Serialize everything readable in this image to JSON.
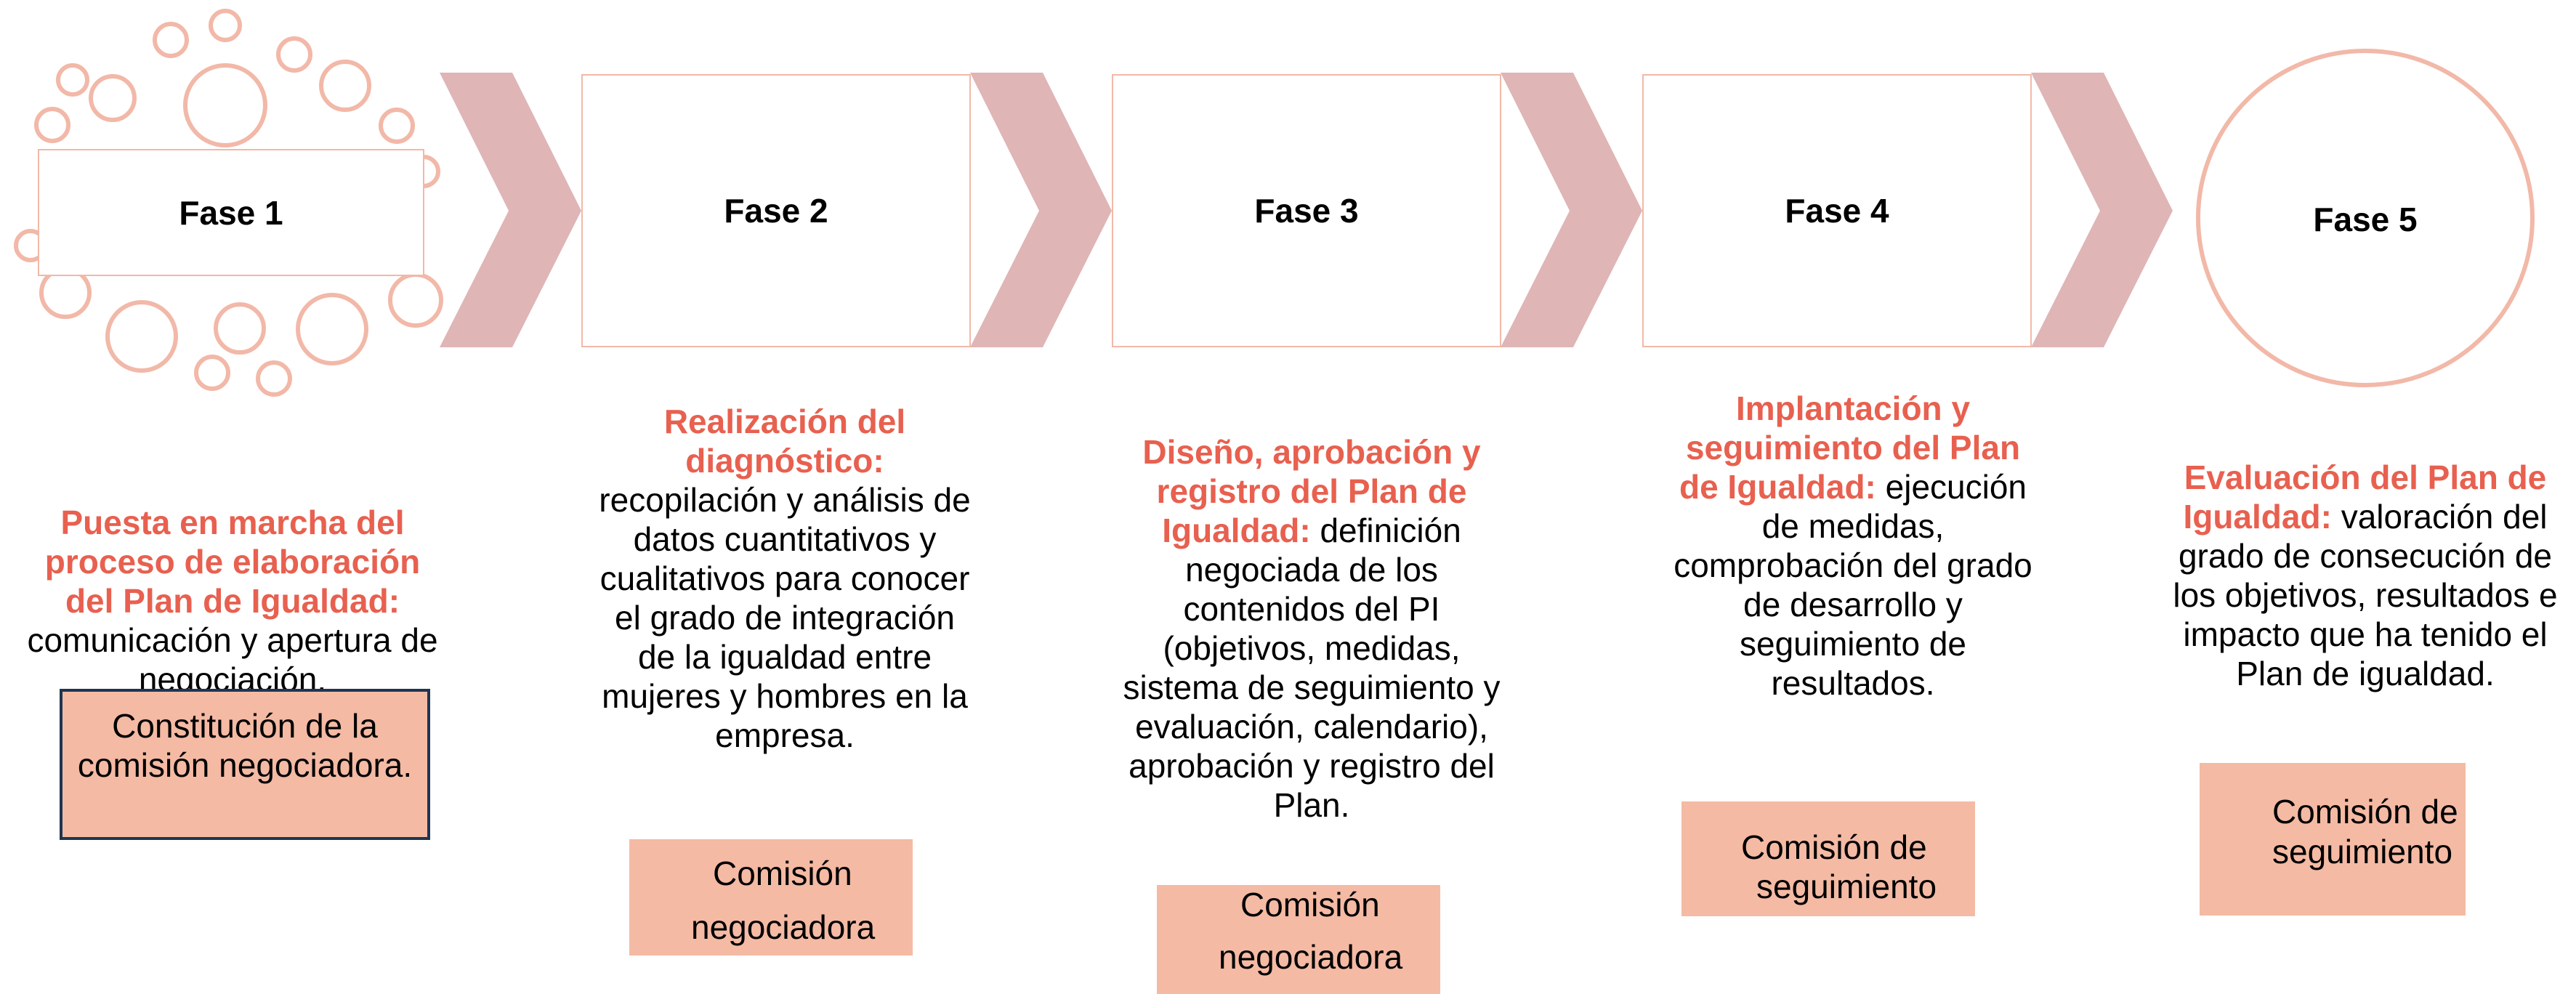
{
  "phases": [
    {
      "label": "Fase 1",
      "desc_highlight": "Puesta en marcha del proceso de elaboración del Plan de Igualdad:",
      "desc_text": "comunicación y apertura de negociación.",
      "committee": "Constitución de la comisión negociadora."
    },
    {
      "label": "Fase 2",
      "desc_highlight": "Realización del diagnóstico:",
      "desc_text": "recopilación y análisis de datos cuantitativos y cualitativos para conocer el grado de integración de la igualdad entre mujeres y hombres en la empresa.",
      "committee_line1": "Comisión",
      "committee_line2": "negociadora"
    },
    {
      "label": "Fase 3",
      "desc_highlight": "Diseño, aprobación y registro del Plan de Igualdad:",
      "desc_text": "definición negociada de los contenidos del PI (objetivos, medidas, sistema de seguimiento y evaluación, calendario), aprobación y registro del Plan.",
      "committee_line1": "Comisión",
      "committee_line2": "negociadora"
    },
    {
      "label": "Fase 4",
      "desc_highlight": "Implantación y seguimiento del Plan de Igualdad:",
      "desc_text": "ejecución de medidas, comprobación del grado de desarrollo y seguimiento de resultados.",
      "committee_line1": "Comisión de",
      "committee_line2": "seguimiento"
    },
    {
      "label": "Fase 5",
      "desc_highlight": "Evaluación del Plan de Igualdad:",
      "desc_text": "valoración del grado de consecución de los objetivos, resultados e impacto que ha tenido el Plan de igualdad.",
      "committee_line1": "Comisión de",
      "committee_line2": "seguimiento"
    }
  ],
  "colors": {
    "accent_text": "#e8604f",
    "committee_fill": "#f4baa4",
    "chevron": "#dfb5b5",
    "outline": "#f2b8a8"
  }
}
